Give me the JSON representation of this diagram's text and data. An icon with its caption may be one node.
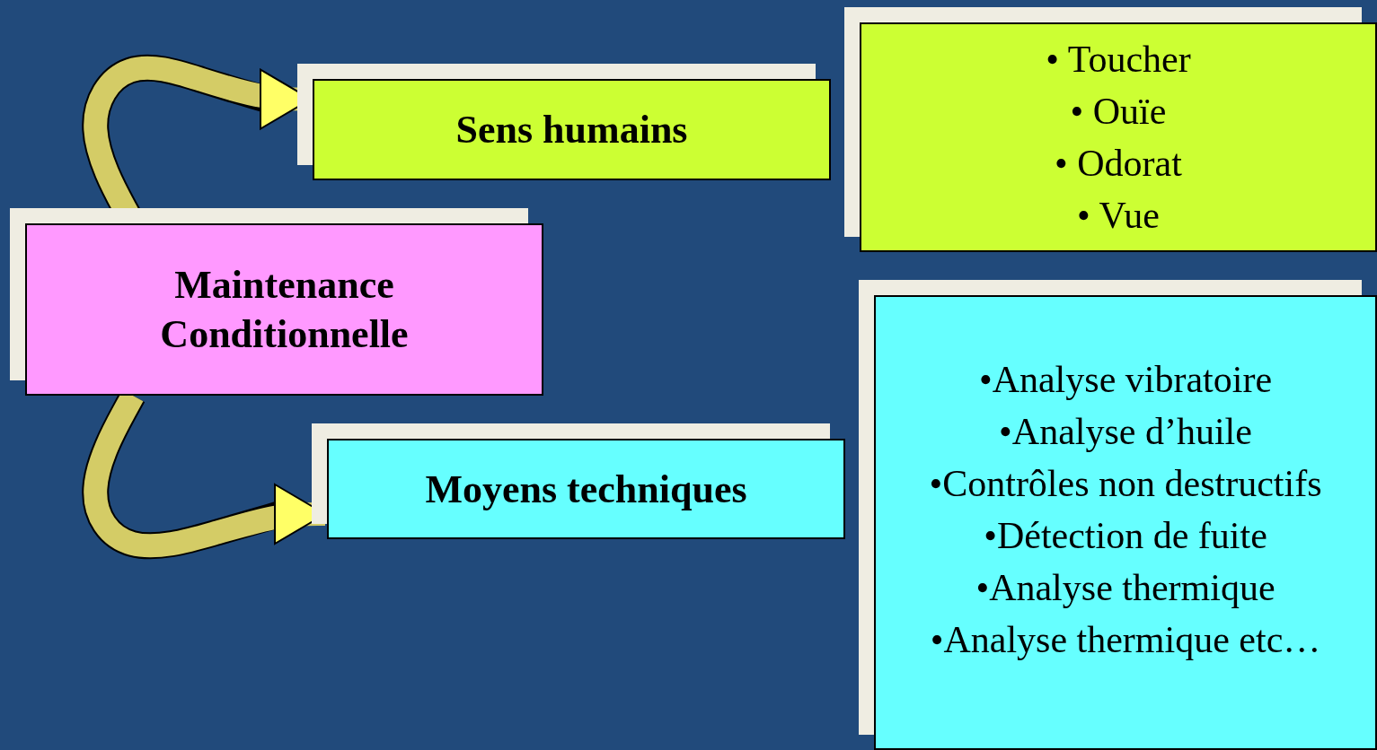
{
  "diagram": {
    "nodes": [
      {
        "text": [
          "Maintenance Conditionnelle"
        ]
      },
      {
        "text": [
          "Sens humains"
        ]
      },
      {
        "text": [
          "• Toucher",
          "• Ouïe",
          "• Odorat",
          "• Vue"
        ]
      },
      {
        "text": [
          "Moyens techniques"
        ]
      },
      {
        "text": [
          "•Analyse vibratoire",
          "•Analyse d’huile",
          "•Contrôles non destructifs",
          "•Détection de fuite",
          "•Analyse thermique",
          "•Analyse thermique etc…"
        ]
      }
    ],
    "edges": [
      {
        "from": 0,
        "to": 1,
        "arrow": "to"
      },
      {
        "from": 0,
        "to": 3,
        "arrow": "to"
      }
    ]
  }
}
